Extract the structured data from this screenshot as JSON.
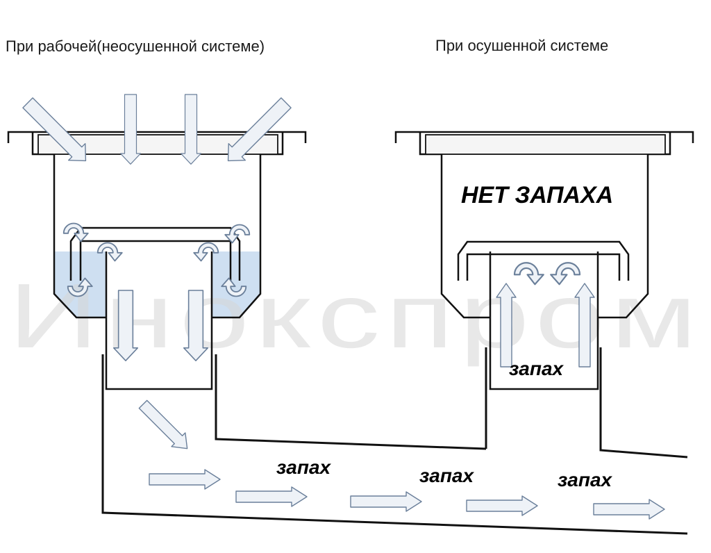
{
  "captions": {
    "left": "При рабочей(неосушенной системе)",
    "right": "При осушенной системе"
  },
  "labels": {
    "no_smell": "НЕТ ЗАПАХА",
    "smell": "запах"
  },
  "watermark": "Инокспром",
  "colors": {
    "water": "#c9dcef",
    "arrow_fill": "#eef2f7",
    "arrow_stroke": "#6a7f9a",
    "ink": "#111111"
  }
}
